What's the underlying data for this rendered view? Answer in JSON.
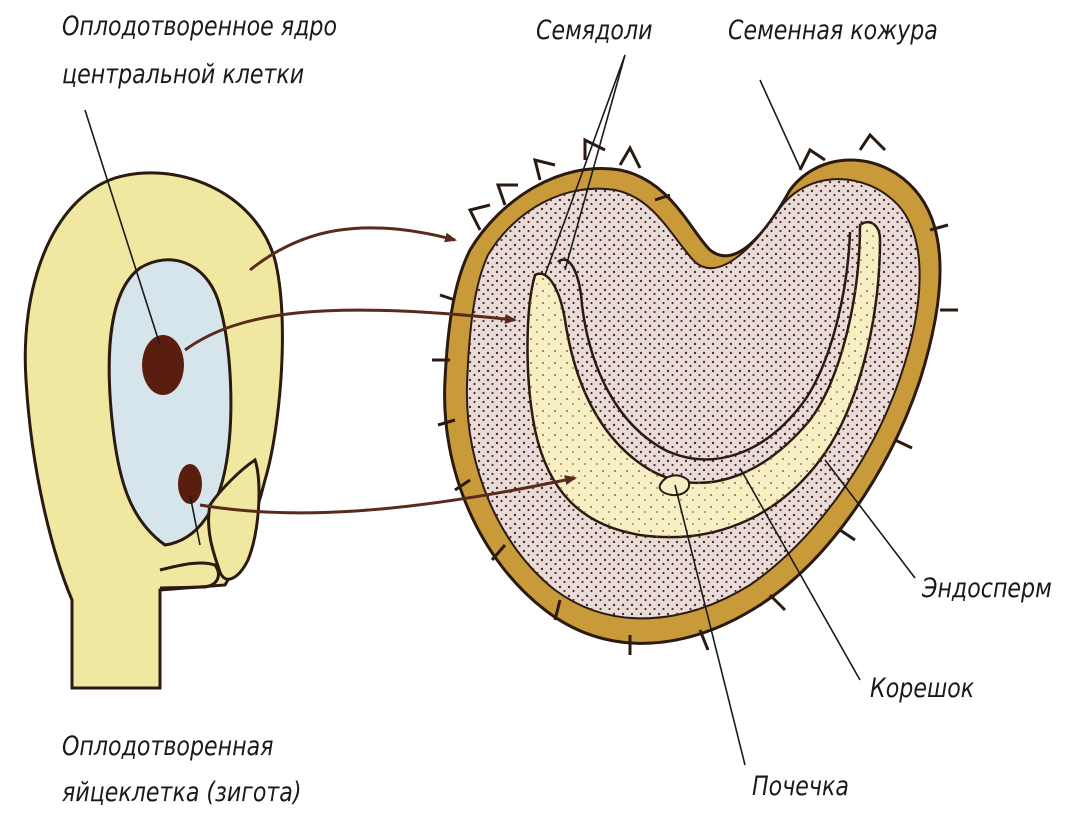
{
  "labels": {
    "fertilized_central_nucleus": [
      "Оплодотворенное ядро",
      "центральной клетки"
    ],
    "cotyledons": "Семядоли",
    "seed_coat": "Семенная кожура",
    "endosperm": "Эндосперм",
    "radicle": "Корешок",
    "plumule": "Почечка",
    "zygote": [
      "Оплодотворенная",
      "яйцеклетка (зигота)"
    ]
  },
  "colors": {
    "ovule_fill": "#f0e8a0",
    "embryo_sac_fill": "#d6e4ec",
    "nucleus_fill": "#5a1e10",
    "seed_coat_fill": "#c99a3a",
    "endosperm_fill": "#e8dcd8",
    "embryo_fill": "#f6efc4",
    "arrow_color": "#5a2a1a",
    "outline": "#2a1a10"
  }
}
